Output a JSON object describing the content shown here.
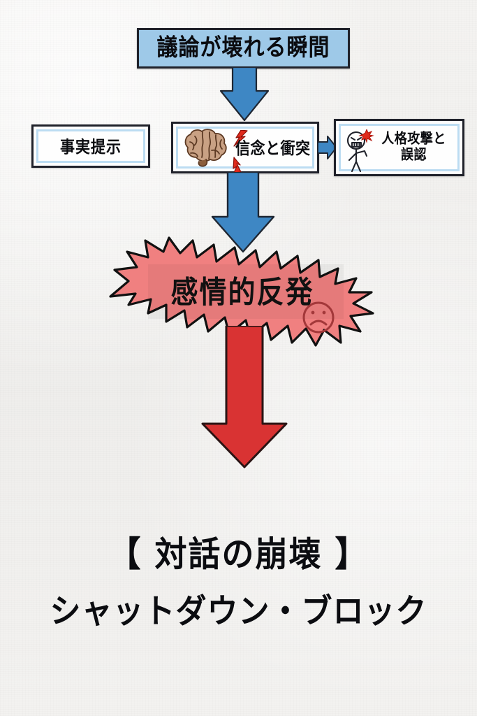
{
  "page": {
    "background_color": "#f2f1ef",
    "ink_color": "#0b0c10"
  },
  "title": {
    "text": "議論が壊れる瞬間",
    "fill_color": "#9ec9e8",
    "border_color": "#20222b"
  },
  "flow": {
    "arrow_blue_color": "#3e87c4",
    "arrow_red_color": "#d93333",
    "nodes": [
      {
        "id": "fact",
        "label": "事実提示",
        "icon": "none"
      },
      {
        "id": "belief",
        "label": "信念と衝突",
        "icon": "brain-icon"
      },
      {
        "id": "attack",
        "label_line1": "人格攻撃と",
        "label_line2": "誤認",
        "icon": "angry-person-icon"
      }
    ]
  },
  "burst": {
    "text": "感情的反発",
    "fill_color": "#f08080",
    "outline_color": "#111111",
    "icon": "sad-face-icon"
  },
  "caption": {
    "line1": "【 対話の崩壊 】",
    "line2": "シャットダウン・ブロック"
  }
}
